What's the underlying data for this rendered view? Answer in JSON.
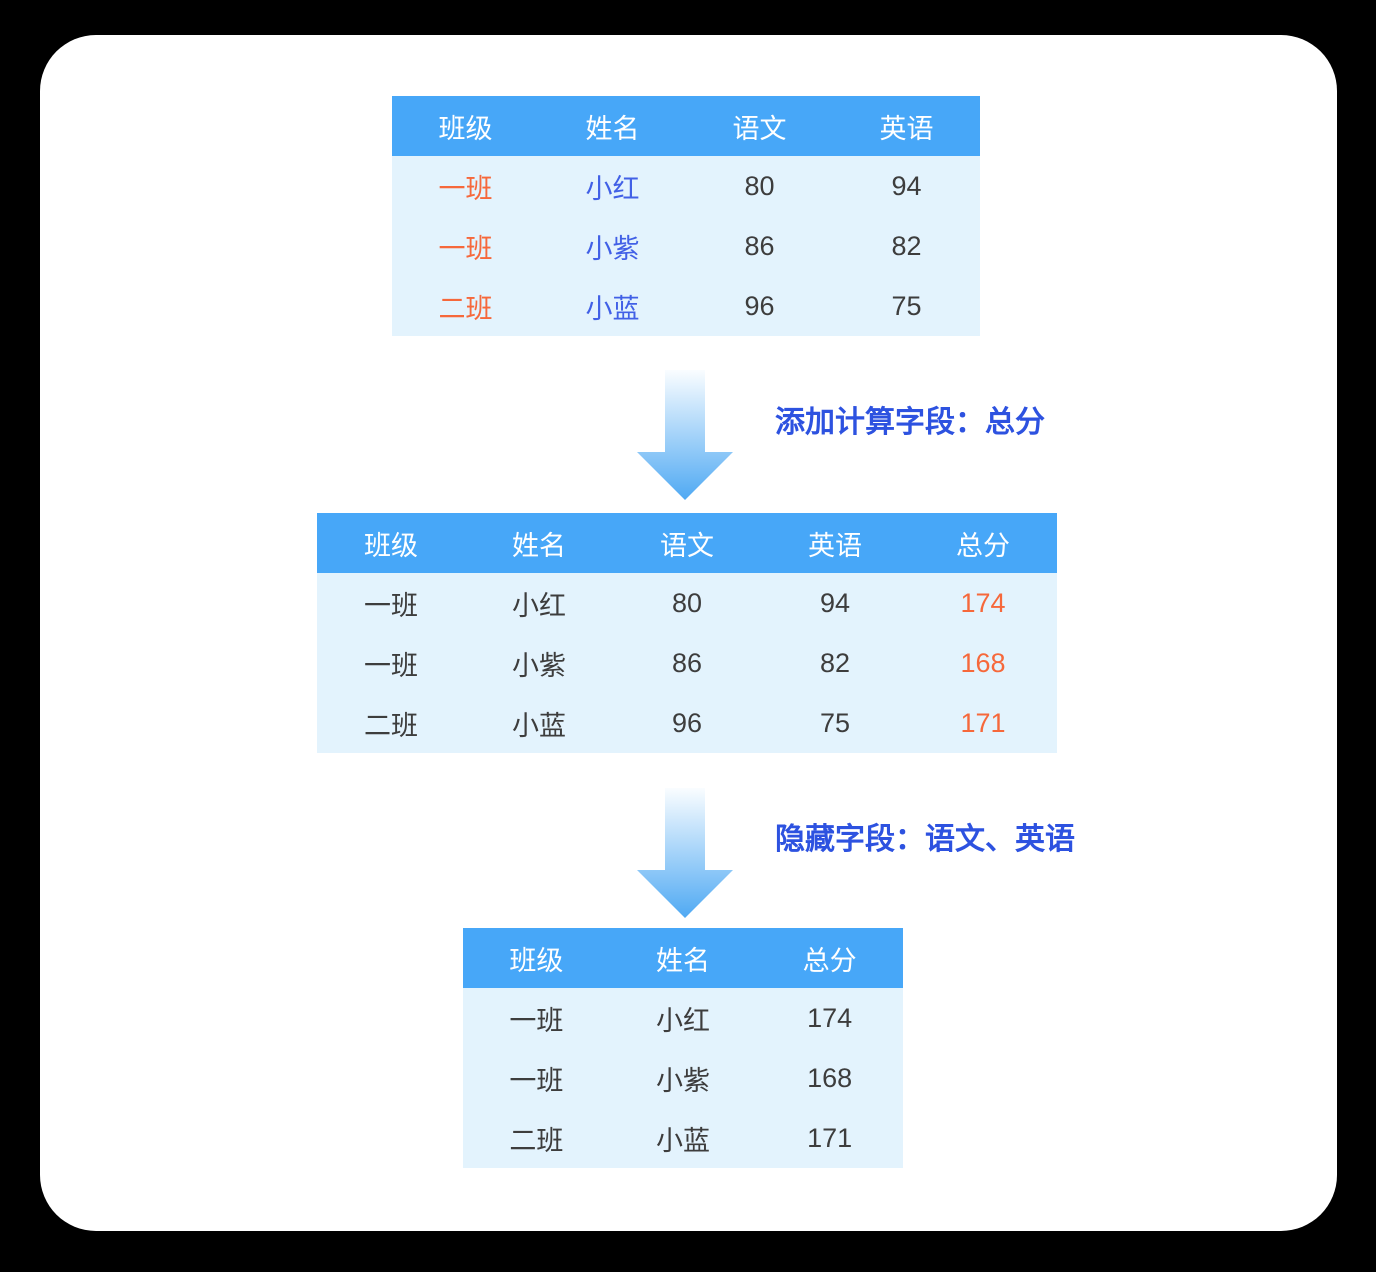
{
  "colors": {
    "page_background": "#000000",
    "card_background": "#ffffff",
    "table_header_bg": "#47a7f8",
    "table_body_bg": "#e3f3fd",
    "header_text": "#ffffff",
    "accent_orange": "#f6683b",
    "accent_blue": "#4160e6",
    "label_blue": "#2d52e0",
    "cell_text_dark": "#3d3d3d",
    "arrow_gradient_top": "#fafdff",
    "arrow_gradient_bottom": "#4fa9f3"
  },
  "tables": {
    "source": {
      "headers": [
        "班级",
        "姓名",
        "语文",
        "英语"
      ],
      "rows": [
        [
          "一班",
          "小红",
          "80",
          "94"
        ],
        [
          "一班",
          "小紫",
          "86",
          "82"
        ],
        [
          "二班",
          "小蓝",
          "96",
          "75"
        ]
      ]
    },
    "with_total": {
      "headers": [
        "班级",
        "姓名",
        "语文",
        "英语",
        "总分"
      ],
      "rows": [
        [
          "一班",
          "小红",
          "80",
          "94",
          "174"
        ],
        [
          "一班",
          "小紫",
          "86",
          "82",
          "168"
        ],
        [
          "二班",
          "小蓝",
          "96",
          "75",
          "171"
        ]
      ]
    },
    "hidden": {
      "headers": [
        "班级",
        "姓名",
        "总分"
      ],
      "rows": [
        [
          "一班",
          "小红",
          "174"
        ],
        [
          "一班",
          "小紫",
          "168"
        ],
        [
          "二班",
          "小蓝",
          "171"
        ]
      ]
    }
  },
  "steps": {
    "add_calculated_field_label": "添加计算字段：总分",
    "hide_fields_label": "隐藏字段：语文、英语"
  }
}
